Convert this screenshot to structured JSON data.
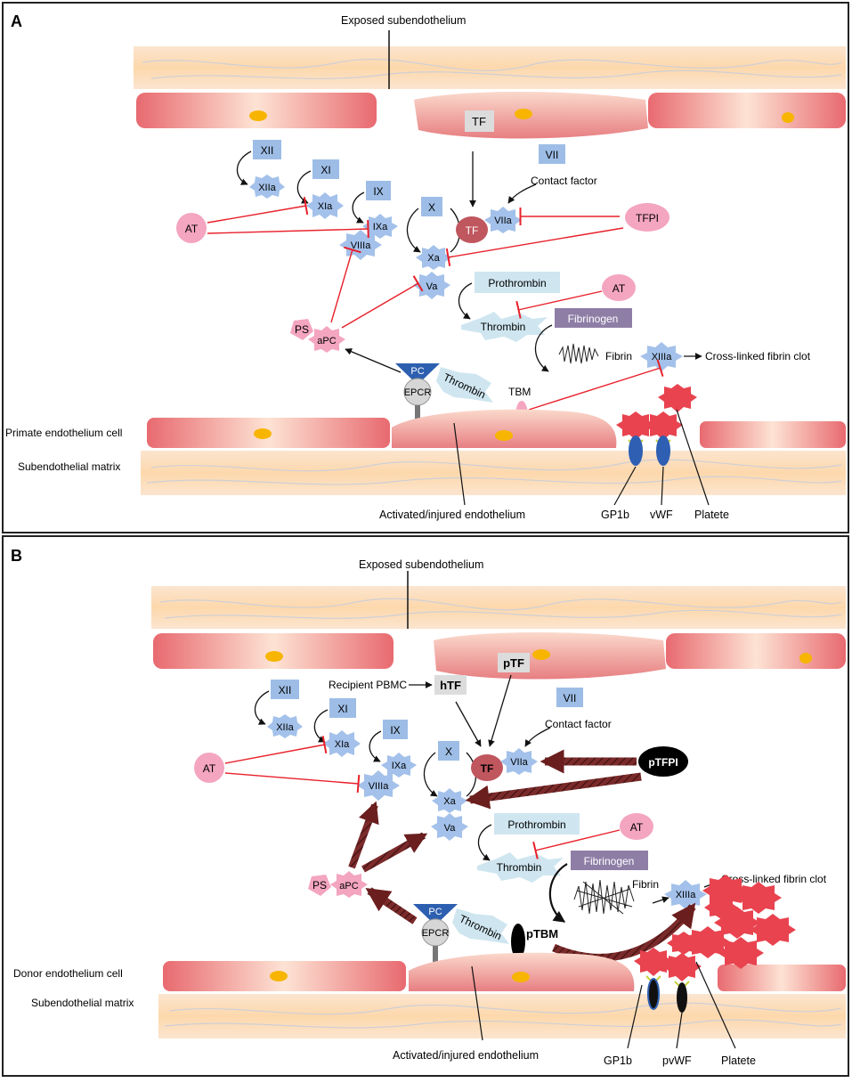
{
  "panels": [
    {
      "letter": "A",
      "labels": {
        "exposed": "Exposed subendothelium",
        "tf_cell": "TF",
        "tf_complex": "TF",
        "xii": "XII",
        "xiia": "XIIa",
        "xi": "XI",
        "xia": "XIa",
        "ix": "IX",
        "ixa": "IXa",
        "viiia": "VIIIa",
        "x": "X",
        "xa": "Xa",
        "va": "Va",
        "vii": "VII",
        "viia": "VIIa",
        "contact": "Contact factor",
        "at1": "AT",
        "at2": "AT",
        "tfpi": "TFPI",
        "prothrombin": "Prothrombin",
        "thrombin": "Thrombin",
        "fibrinogen": "Fibrinogen",
        "fibrin": "Fibrin",
        "xiiia": "XIIIa",
        "clot": "Cross-linked fibrin clot",
        "ps": "PS",
        "apc": "aPC",
        "pc": "PC",
        "epcr": "EPCR",
        "thrombin2": "Thrombin",
        "tbm": "TBM",
        "endo_cell": "Primate endothelium cell",
        "matrix": "Subendothelial matrix",
        "activated": "Activated/injured endothelium",
        "gp1b": "GP1b",
        "vwf": "vWF",
        "platelet": "Platete"
      }
    },
    {
      "letter": "B",
      "labels": {
        "exposed": "Exposed subendothelium",
        "ptf": "pTF",
        "recipient": "Recipient PBMC",
        "htf": "hTF",
        "tf_complex": "TF",
        "xii": "XII",
        "xiia": "XIIa",
        "xi": "XI",
        "xia": "XIa",
        "ix": "IX",
        "ixa": "IXa",
        "viiia": "VIIIa",
        "x": "X",
        "xa": "Xa",
        "va": "Va",
        "vii": "VII",
        "viia": "VIIa",
        "contact": "Contact factor",
        "at1": "AT",
        "at2": "AT",
        "ptfpi": "pTFPI",
        "prothrombin": "Prothrombin",
        "thrombin": "Thrombin",
        "fibrinogen": "Fibrinogen",
        "fibrin": "Fibrin",
        "xiiia": "XIIIa",
        "clot": "Cross-linked fibrin clot",
        "ps": "PS",
        "apc": "aPC",
        "pc": "PC",
        "epcr": "EPCR",
        "thrombin2": "Thrombin",
        "ptbm": "pTBM",
        "endo_cell": "Donor endothelium cell",
        "matrix": "Subendothelial matrix",
        "activated": "Activated/injured endothelium",
        "gp1b": "GP1b",
        "pvwf": "pvWF",
        "platelet": "Platete"
      }
    }
  ],
  "colors": {
    "inhibit": "#e8202a",
    "factor_box": "#9dbde6",
    "factor_active": "#a3c1ea",
    "at": "#f4a5c0",
    "cell": "#ee9a9e",
    "tf_complex": "#c0565e",
    "fibrinogen": "#8e7ea6",
    "prothrombin": "#cfe6f0",
    "tf_box": "#dcdcdc",
    "porcine_arrow": "#7a2a2a",
    "platelet": "#e8434f"
  }
}
